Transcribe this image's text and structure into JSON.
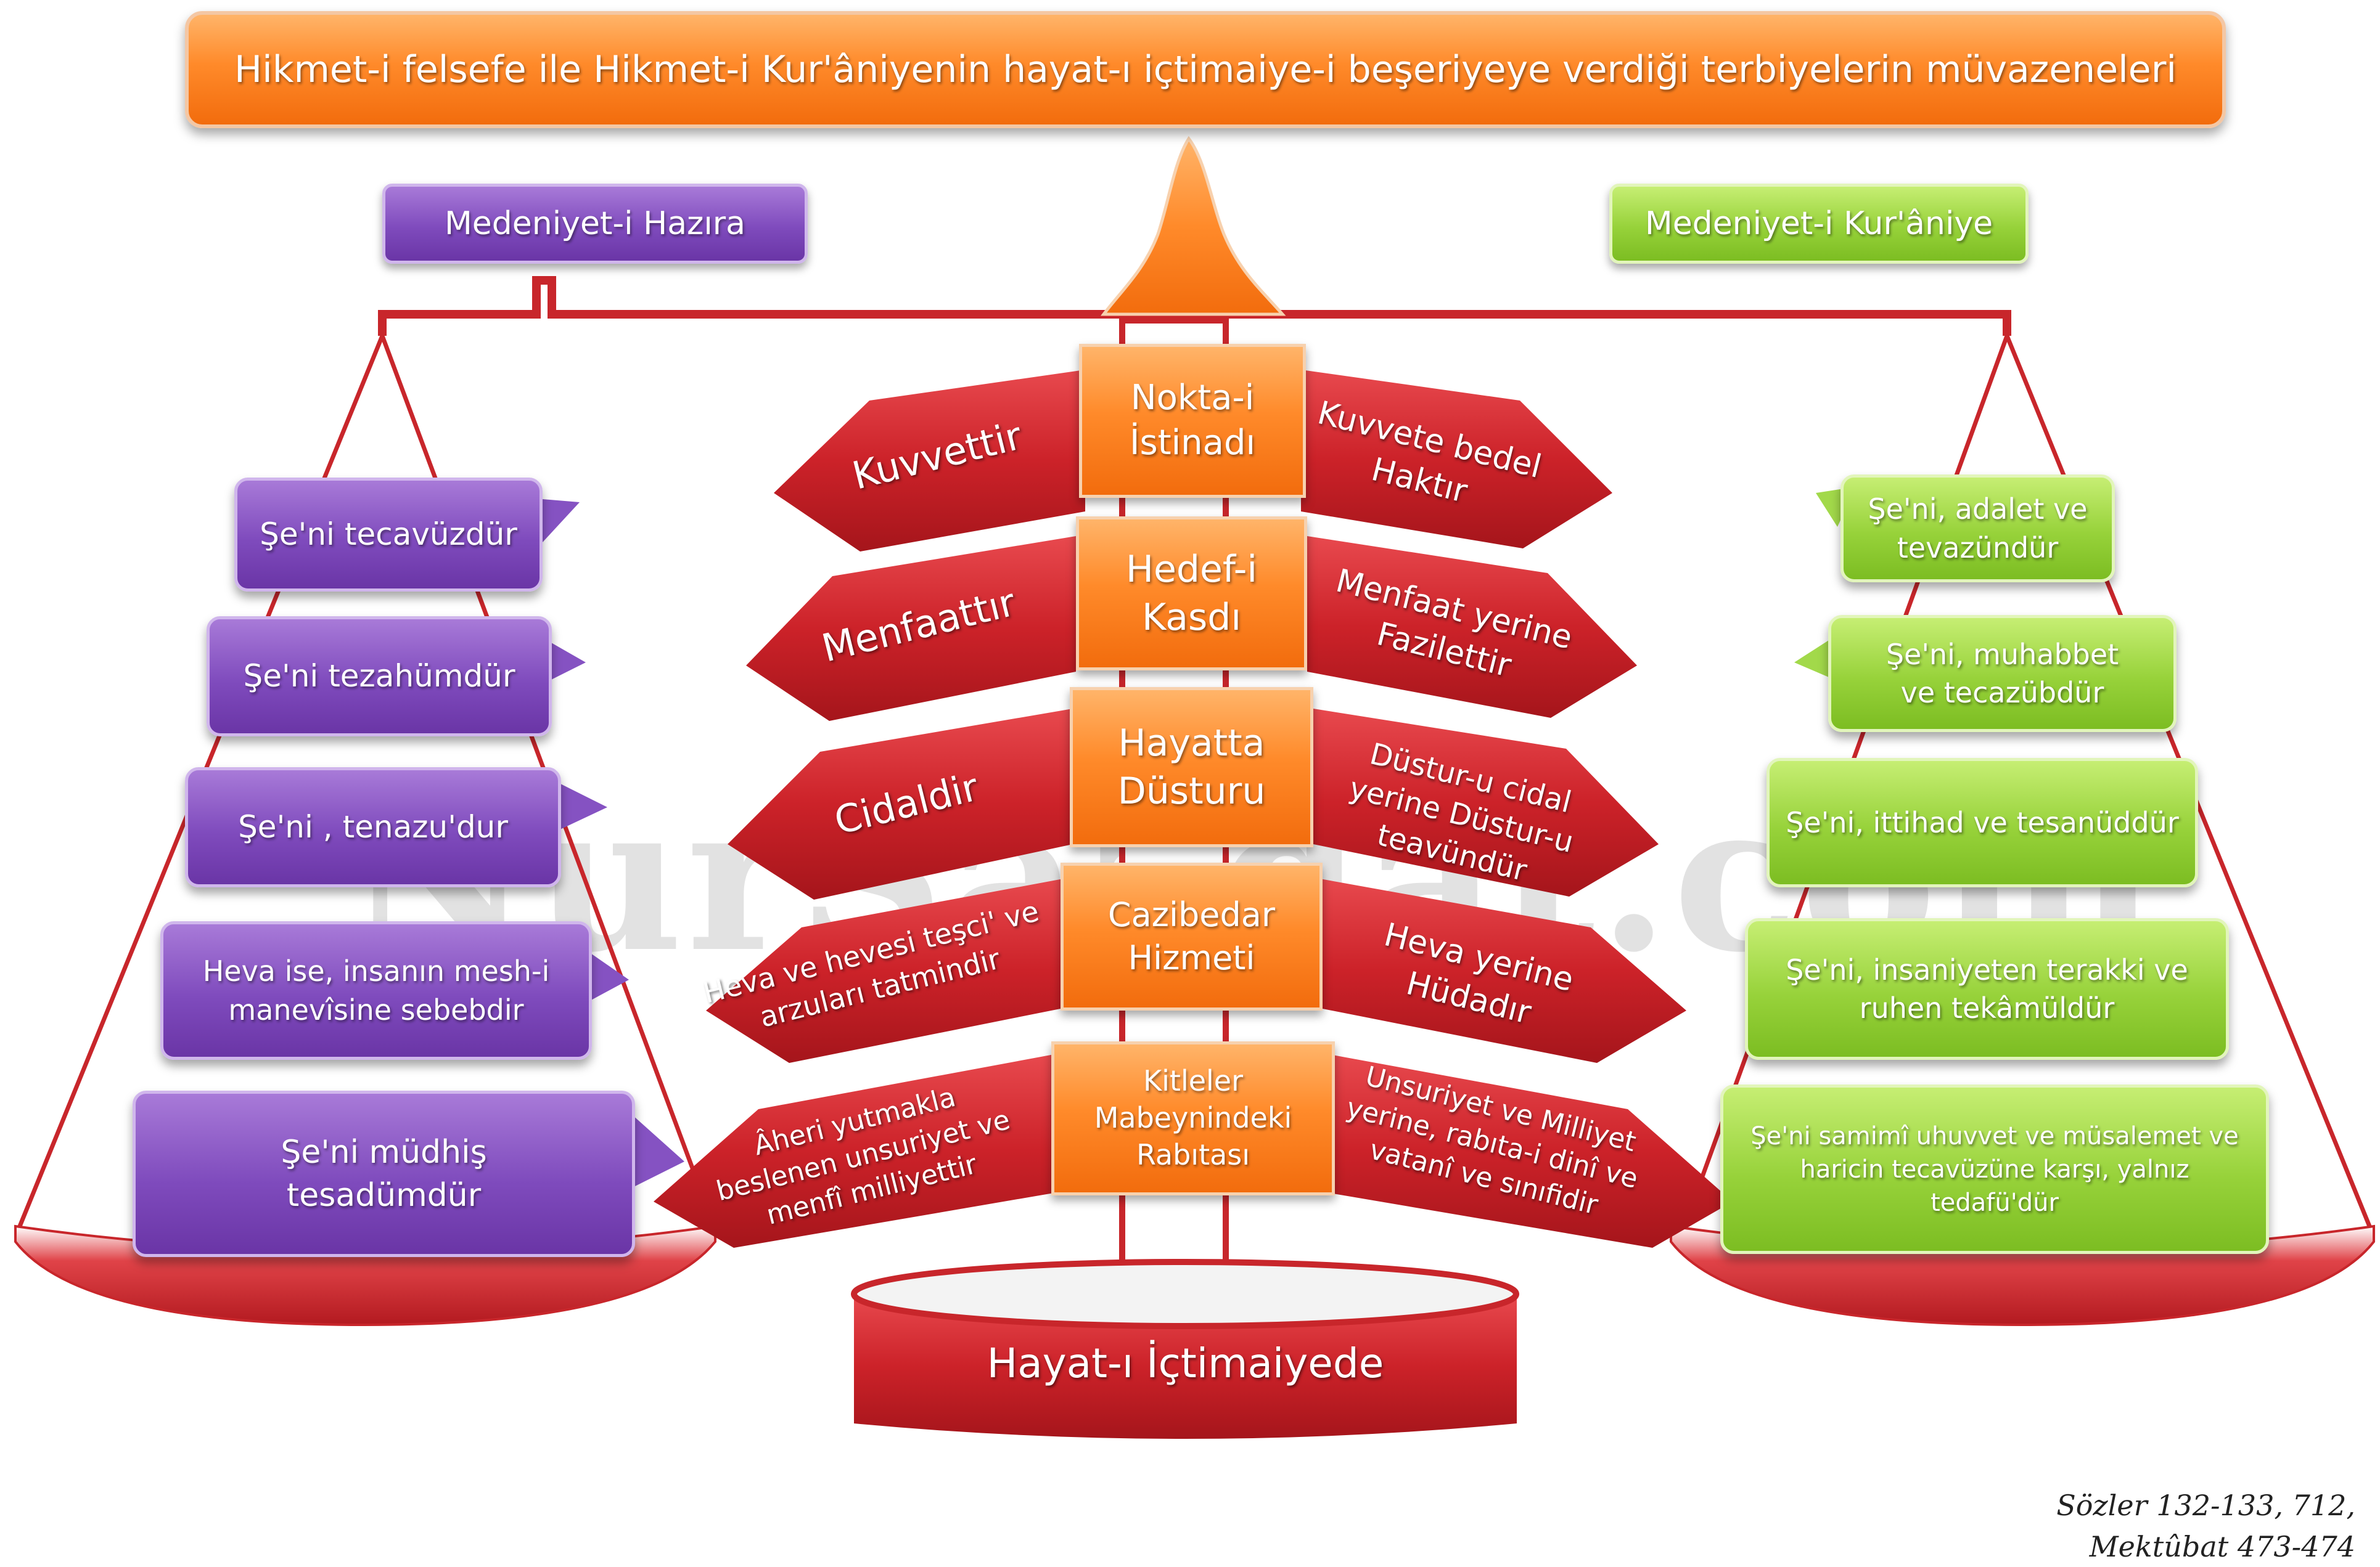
{
  "title": "Hikmet-i felsefe ile Hikmet-i Kur'âniyenin hayat-ı içtimaiye-i beşeriyeye verdiği terbiyelerin müvazeneleri",
  "left_header": "Medeniyet-i Hazıra",
  "right_header": "Medeniyet-i Kur'âniye",
  "left_items": [
    "Şe'ni tecavüzdür",
    "Şe'ni tezahümdür",
    "Şe'ni , tenazu'dur",
    "Heva ise, insanın mesh-i manevîsine sebebdir",
    "Şe'ni müdhiş tesadümdür"
  ],
  "right_items": [
    "Şe'ni, adalet ve tevazündür",
    "Şe'ni, muhabbet ve tecazübdür",
    "Şe'ni, ittihad ve tesanüddür",
    "Şe'ni, insaniyeten terakki ve ruhen tekâmüldür",
    "Şe'ni samimî uhuvvet ve müsalemet ve haricin tecavüzüne karşı, yalnız tedafü'dür"
  ],
  "center_labels": [
    "Nokta-i İstinadı",
    "Hedef-i Kasdı",
    "Hayatta Düsturu",
    "Cazibedar Hizmeti",
    "Kitleler Mabeynindeki Rabıtası"
  ],
  "left_arrows": [
    "Kuvvettir",
    "Menfaattır",
    "Cidaldir",
    "Heva ve hevesi teşci' ve arzuları tatmindir",
    "Âheri yutmakla beslenen unsuriyet ve menfî milliyettir"
  ],
  "right_arrows": [
    "Kuvvete bedel Haktır",
    "Menfaat yerine Fazilettir",
    "Düstur-u cidal yerine Düstur-u teavündür",
    "Heva yerine Hüdadır",
    "Unsuriyet ve Milliyet yerine, rabıta-i dinî ve vatanî ve sınıfidir"
  ],
  "base_label": "Hayat-ı İçtimaiyede",
  "watermark": "NurSaadat.com",
  "source_line1": "Sözler 132-133, 712,",
  "source_line2": "Mektûbat 473-474",
  "colors": {
    "orange": "#f7821f",
    "red": "#cc2229",
    "purple": "#7f4bbd",
    "green": "#97d23a"
  }
}
